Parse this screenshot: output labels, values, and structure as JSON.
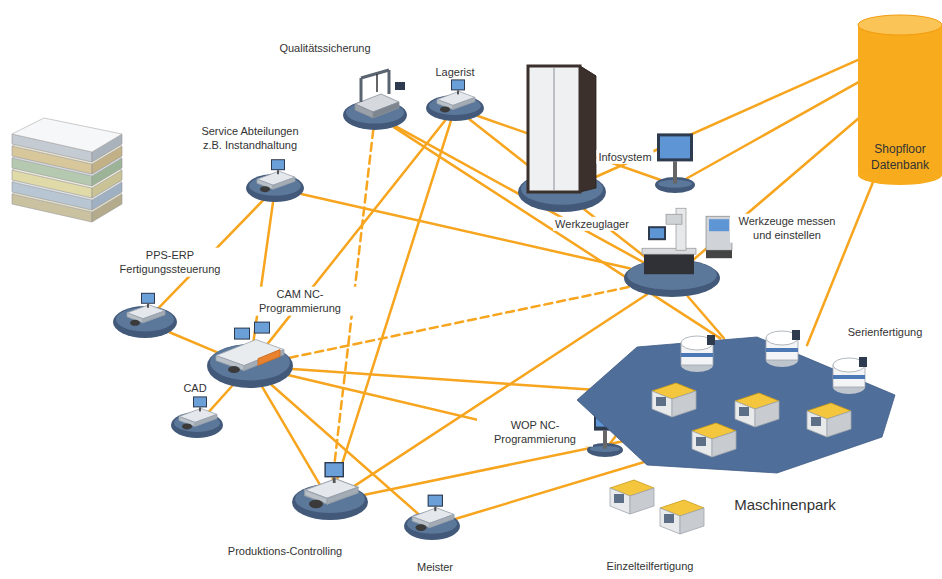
{
  "diagram": {
    "nodes": [
      {
        "text": [
          "Qualitätssicherung"
        ]
      },
      {
        "text": [
          "Lagerist"
        ]
      },
      {
        "text": [
          "Werkzeuglager"
        ]
      },
      {
        "text": [
          "Shopfloor Datenbank"
        ]
      },
      {
        "text": [
          "Service Abteilungen z.B. Instandhaltung"
        ]
      },
      {
        "text": [
          "Infosystem"
        ]
      },
      {
        "text": [
          "PPS-ERP Fertigungssteuerung"
        ]
      },
      {
        "text": [
          "Werkzeuge messen und einstellen"
        ]
      },
      {
        "text": [
          "CAM NC-Programmierung"
        ]
      },
      {
        "text": [
          "CAD"
        ]
      },
      {
        "text": [
          "WOP NC-Programmierung"
        ]
      },
      {
        "text": [
          "Maschinenpark"
        ]
      },
      {
        "text": [
          "Produktions-Controlling"
        ]
      },
      {
        "text": [
          "Meister"
        ]
      }
    ],
    "edges": [
      {
        "from": 4,
        "to": 6,
        "arrow": "none"
      },
      {
        "from": 4,
        "to": 8,
        "arrow": "none"
      },
      {
        "from": 4,
        "to": 7,
        "arrow": "none"
      },
      {
        "from": 6,
        "to": 8,
        "arrow": "none"
      },
      {
        "from": 9,
        "to": 8,
        "arrow": "none"
      },
      {
        "from": 0,
        "to": 11,
        "arrow": "none"
      },
      {
        "from": 0,
        "to": 7,
        "arrow": "none"
      },
      {
        "from": 0,
        "to": 12,
        "arrow": "none"
      },
      {
        "from": 1,
        "to": 2,
        "arrow": "none"
      },
      {
        "from": 1,
        "to": 5,
        "arrow": "none"
      },
      {
        "from": 1,
        "to": 8,
        "arrow": "none"
      },
      {
        "from": 1,
        "to": 12,
        "arrow": "none"
      },
      {
        "from": 2,
        "to": 7,
        "arrow": "none"
      },
      {
        "from": 3,
        "to": 5,
        "arrow": "none"
      },
      {
        "from": 3,
        "to": 7,
        "arrow": "none"
      },
      {
        "from": 3,
        "to": 2,
        "arrow": "none"
      },
      {
        "from": 3,
        "to": 11,
        "arrow": "none"
      },
      {
        "from": 8,
        "to": 7,
        "arrow": "none"
      },
      {
        "from": 8,
        "to": 11,
        "arrow": "none"
      },
      {
        "from": 8,
        "to": 10,
        "arrow": "none"
      },
      {
        "from": 8,
        "to": 13,
        "arrow": "none"
      },
      {
        "from": 7,
        "to": 11,
        "arrow": "none"
      },
      {
        "from": 7,
        "to": 12,
        "arrow": "none"
      },
      {
        "from": 12,
        "to": 11,
        "arrow": "none"
      },
      {
        "from": 13,
        "to": 11,
        "arrow": "none"
      },
      {
        "from": 10,
        "to": 11,
        "arrow": "none"
      },
      {
        "from": 12,
        "to": 8,
        "arrow": "none"
      }
    ],
    "labels": [
      "Serienfertigung",
      "Einzelteilfertigung"
    ]
  }
}
